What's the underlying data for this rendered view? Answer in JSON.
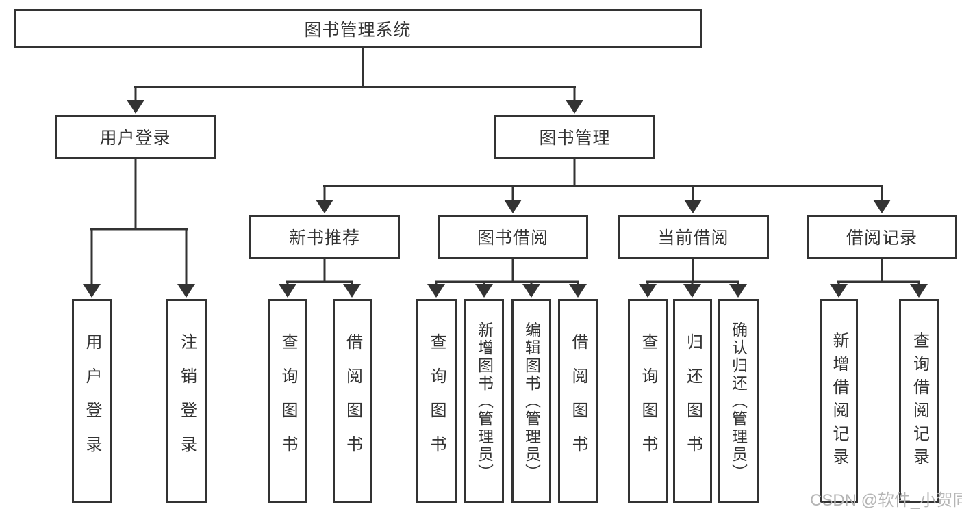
{
  "diagram_type": "hierarchy-chart",
  "colors": {
    "line": "#333333",
    "border": "#333333",
    "text": "#333333",
    "watermark": "#b5b5b5",
    "background": "#ffffff"
  },
  "tree": {
    "root": {
      "label": "图书管理系统"
    },
    "branches": [
      {
        "label": "用户登录",
        "children": [
          {
            "label": "用户登录"
          },
          {
            "label": "注销登录"
          }
        ]
      },
      {
        "label": "图书管理",
        "children": [
          {
            "label": "新书推荐",
            "children": [
              {
                "label": "查询图书"
              },
              {
                "label": "借阅图书"
              }
            ]
          },
          {
            "label": "图书借阅",
            "children": [
              {
                "label": "查询图书"
              },
              {
                "label": "新增图书（管理员）"
              },
              {
                "label": "编辑图书（管理员）"
              },
              {
                "label": "借阅图书"
              }
            ]
          },
          {
            "label": "当前借阅",
            "children": [
              {
                "label": "查询图书"
              },
              {
                "label": "归还图书"
              },
              {
                "label": "确认归还（管理员）"
              }
            ]
          },
          {
            "label": "借阅记录",
            "children": [
              {
                "label": "新增借阅记录"
              },
              {
                "label": "查询借阅记录"
              }
            ]
          }
        ]
      }
    ]
  },
  "watermark": {
    "text": "CSDN @软件_小贺同学"
  }
}
